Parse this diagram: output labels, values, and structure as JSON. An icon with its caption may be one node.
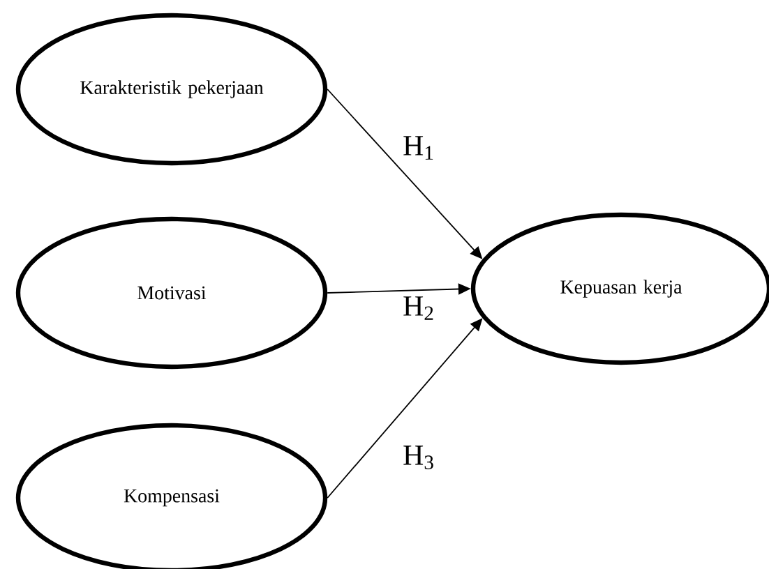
{
  "diagram": {
    "nodes": [
      {
        "text": [
          "Karakteristik pekerjaan"
        ]
      },
      {
        "text": [
          "Motivasi"
        ]
      },
      {
        "text": [
          "Kompensasi"
        ]
      },
      {
        "text": [
          "Kepuasan kerja"
        ]
      }
    ],
    "edges": [
      {
        "from": 0,
        "to": 3,
        "arrow": "to",
        "label": "H$_{1}$"
      },
      {
        "from": 1,
        "to": 3,
        "arrow": "to",
        "label": "H$_{2}$"
      },
      {
        "from": 2,
        "to": 3,
        "arrow": "to",
        "label": "H$_{3}$"
      }
    ]
  }
}
